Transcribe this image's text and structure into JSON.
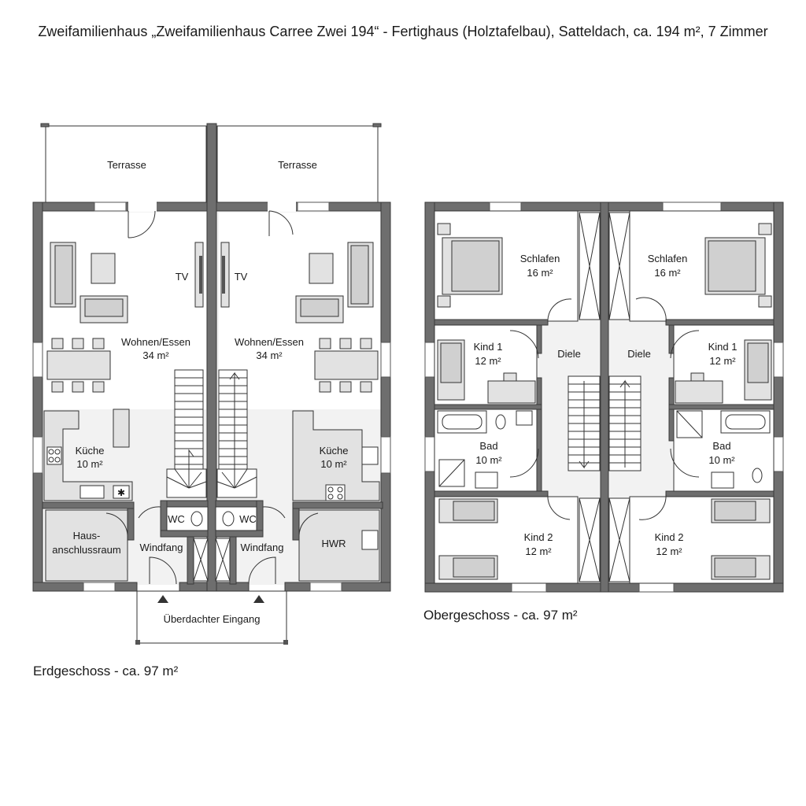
{
  "title": "Zweifamilienhaus „Zweifamilienhaus Carree Zwei 194“ - Fertighaus (Holztafelbau), Satteldach, ca. 194 m², 7 Zimmer",
  "ground_floor": {
    "caption": "Erdgeschoss - ca. 97 m²",
    "terrace": "Terrasse",
    "tv": "TV",
    "living": "Wohnen/Essen",
    "living_area": "34 m²",
    "kitchen": "Küche",
    "kitchen_area": "10 m²",
    "wc": "WC",
    "vestibule": "Windfang",
    "utility_line1": "Haus-",
    "utility_line2": "anschlussraum",
    "hwr": "HWR",
    "entrance": "Überdachter Eingang"
  },
  "upper_floor": {
    "caption": "Obergeschoss - ca. 97 m²",
    "bedroom": "Schlafen",
    "bedroom_area": "16 m²",
    "child1": "Kind 1",
    "child1_area": "12 m²",
    "hall": "Diele",
    "bath": "Bad",
    "bath_area": "10 m²",
    "child2": "Kind 2",
    "child2_area": "12 m²"
  },
  "colors": {
    "wall": "#6e6e6e",
    "furniture": "#e2e2e2",
    "floor": "#f2f2f2"
  }
}
